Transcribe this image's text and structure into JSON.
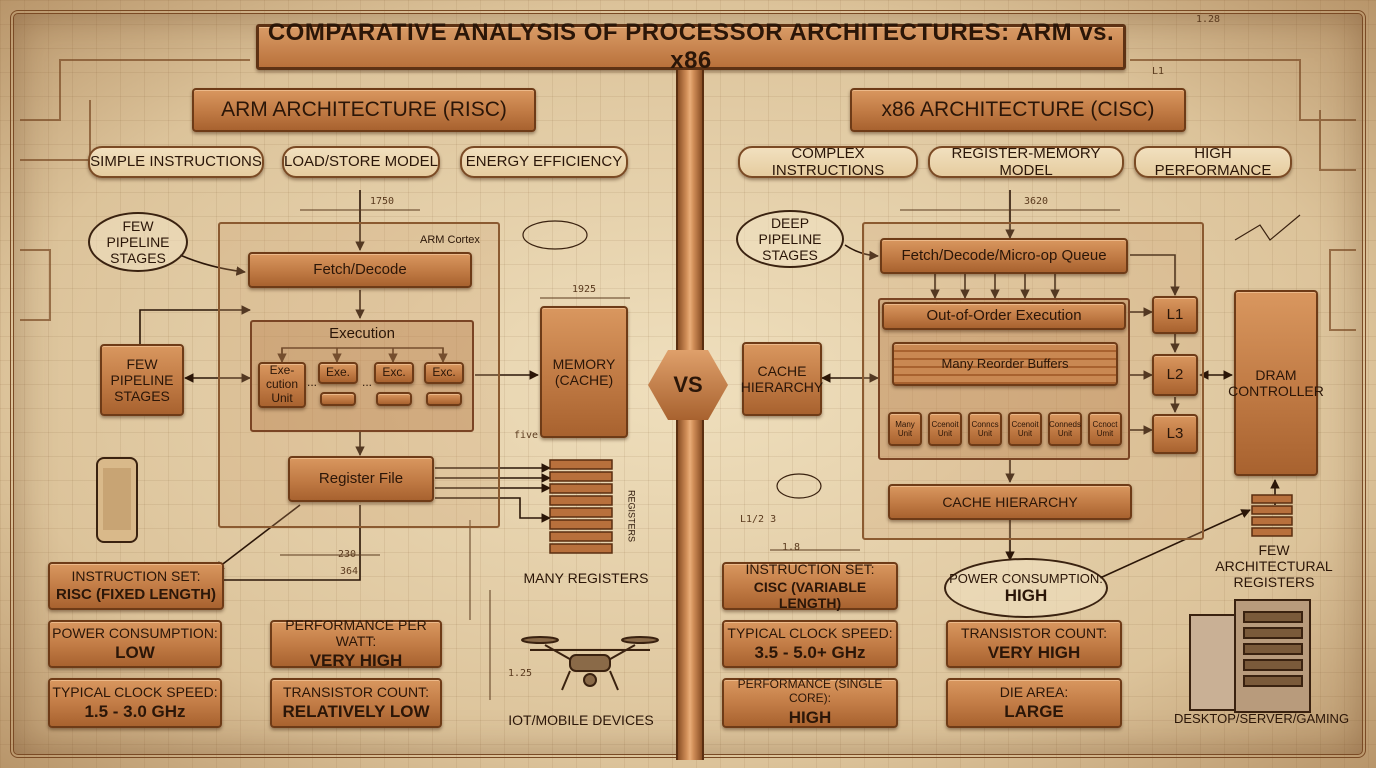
{
  "title": "COMPARATIVE ANALYSIS OF PROCESSOR ARCHITECTURES: ARM vs. x86",
  "vs_label": "VS",
  "arm": {
    "heading": "ARM ARCHITECTURE (RISC)",
    "tags": [
      "SIMPLE INSTRUCTIONS",
      "LOAD/STORE MODEL",
      "ENERGY EFFICIENCY"
    ],
    "callout": "FEW PIPELINE\nSTAGES",
    "core_label": "ARM Cortex",
    "fetch": "Fetch/Decode",
    "execution": "Execution",
    "exec_unit_label": "Exe-\ncution\nUnit",
    "exec_short": "Exe.",
    "exec_unit2": "Exc.",
    "ellipsis": "...",
    "register_file": "Register File",
    "pipeline_box": "FEW\nPIPELINE\nSTAGES",
    "memory": "MEMORY\n(CACHE)",
    "registers_caption": "MANY REGISTERS",
    "registers_side": "REGISTERS",
    "device_caption": "IOT/MOBILE DEVICES",
    "stats": [
      {
        "label": "INSTRUCTION SET:",
        "value": "RISC (FIXED LENGTH)"
      },
      {
        "label": "POWER CONSUMPTION:",
        "value": "LOW"
      },
      {
        "label": "PERFORMANCE PER WATT:",
        "value": "VERY HIGH"
      },
      {
        "label": "TYPICAL CLOCK SPEED:",
        "value": "1.5 - 3.0 GHz"
      },
      {
        "label": "TRANSISTOR COUNT:",
        "value": "RELATIVELY LOW"
      }
    ],
    "annotations": [
      "1750",
      "1925",
      "230",
      "364",
      "1.25",
      "five"
    ]
  },
  "x86": {
    "heading": "x86 ARCHITECTURE (CISC)",
    "tags": [
      "COMPLEX INSTRUCTIONS",
      "REGISTER-MEMORY MODEL",
      "HIGH PERFORMANCE"
    ],
    "callout": "DEEP PIPELINE\nSTAGES",
    "fetch": "Fetch/Decode/Micro-op Queue",
    "ooo": "Out-of-Order Execution",
    "reorder": "Many Reorder Buffers",
    "units": [
      "Many\nUnit",
      "Ccenoit\nUnit",
      "Conncs\nUnit",
      "Ccenoit\nUnit",
      "Conneds\nUnit",
      "Ccnoct\nUmit"
    ],
    "cache_box": "CACHE\nHIERARCHY",
    "cache_bar": "CACHE HIERARCHY",
    "levels": [
      "L1",
      "L2",
      "L3"
    ],
    "dram": "DRAM\nCONTROLLER",
    "power_label": "POWER CONSUMPTION:",
    "power_value": "HIGH",
    "few_registers": "FEW\nARCHITECTURAL\nREGISTERS",
    "device_caption": "DESKTOP/SERVER/GAMING",
    "stats": [
      {
        "label": "INSTRUCTION SET:",
        "value": "CISC (VARIABLE LENGTH)"
      },
      {
        "label": "TYPICAL CLOCK SPEED:",
        "value": "3.5 - 5.0+ GHz"
      },
      {
        "label": "TRANSISTOR COUNT:",
        "value": "VERY HIGH"
      },
      {
        "label": "PERFORMANCE (SINGLE CORE):",
        "value": "HIGH"
      },
      {
        "label": "DIE AREA:",
        "value": "LARGE"
      }
    ],
    "annotations": [
      "3620",
      "1.8",
      "L1/2 3",
      "L1",
      "1.28"
    ]
  },
  "icons": {
    "phone": "smartphone-icon",
    "drone": "drone-icon",
    "server": "server-tower-icon",
    "registers": "register-stack-icon"
  },
  "colors": {
    "copper": "#c07a44",
    "copper_dark": "#6e3b17",
    "parchment": "#e6d2ae",
    "ink": "#2b1608"
  }
}
